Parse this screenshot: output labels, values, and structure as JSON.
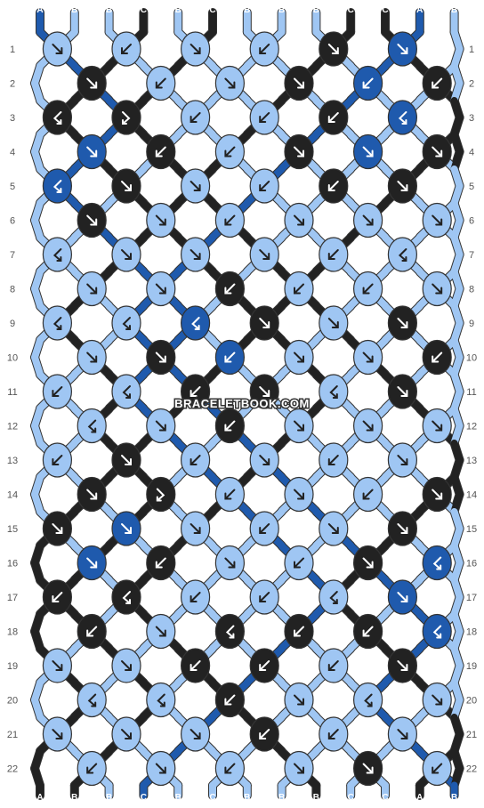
{
  "watermark": "BRACELETBOOK.COM",
  "colors": {
    "A": "#1f5aad",
    "B": "#9fc6f3",
    "C": "#222222"
  },
  "strands_top": [
    "A",
    "B",
    "B",
    "C",
    "B",
    "C",
    "B",
    "B",
    "B",
    "C",
    "C",
    "A",
    "B"
  ],
  "strands_bottom": [
    "A",
    "B",
    "B",
    "C",
    "B",
    "C",
    "B",
    "B",
    "B",
    "C",
    "C",
    "A",
    "B"
  ],
  "row_numbers": [
    "1",
    "2",
    "3",
    "4",
    "5",
    "6",
    "7",
    "8",
    "9",
    "10",
    "11",
    "12",
    "13",
    "14",
    "15",
    "16",
    "17",
    "18",
    "19",
    "20",
    "21",
    "22"
  ],
  "knots": [
    [
      [
        "B",
        "f"
      ],
      [
        "B",
        "b"
      ],
      [
        "B",
        "f"
      ],
      [
        "B",
        "b"
      ],
      [
        "C",
        "f"
      ],
      [
        "A",
        "f"
      ]
    ],
    [
      [
        "C",
        "f"
      ],
      [
        "B",
        "b"
      ],
      [
        "B",
        "f"
      ],
      [
        "C",
        "f"
      ],
      [
        "A",
        "b"
      ],
      [
        "C",
        "b"
      ]
    ],
    [
      [
        "C",
        "bf"
      ],
      [
        "C",
        "fb"
      ],
      [
        "B",
        "b"
      ],
      [
        "B",
        "b"
      ],
      [
        "C",
        "b"
      ],
      [
        "A",
        "bf"
      ]
    ],
    [
      [
        "A",
        "f"
      ],
      [
        "C",
        "b"
      ],
      [
        "B",
        "b"
      ],
      [
        "C",
        "f"
      ],
      [
        "A",
        "f"
      ],
      [
        "C",
        "f"
      ]
    ],
    [
      [
        "A",
        "bf"
      ],
      [
        "C",
        "f"
      ],
      [
        "B",
        "f"
      ],
      [
        "B",
        "b"
      ],
      [
        "C",
        "b"
      ],
      [
        "C",
        "f"
      ]
    ],
    [
      [
        "C",
        "f"
      ],
      [
        "B",
        "f"
      ],
      [
        "B",
        "b"
      ],
      [
        "B",
        "f"
      ],
      [
        "B",
        "f"
      ],
      [
        "B",
        "f"
      ]
    ],
    [
      [
        "B",
        "bf"
      ],
      [
        "B",
        "f"
      ],
      [
        "B",
        "f"
      ],
      [
        "B",
        "f"
      ],
      [
        "B",
        "b"
      ],
      [
        "B",
        "bf"
      ]
    ],
    [
      [
        "B",
        "f"
      ],
      [
        "B",
        "f"
      ],
      [
        "C",
        "b"
      ],
      [
        "B",
        "b"
      ],
      [
        "B",
        "b"
      ],
      [
        "B",
        "f"
      ]
    ],
    [
      [
        "B",
        "bf"
      ],
      [
        "B",
        "bf"
      ],
      [
        "A",
        "bf"
      ],
      [
        "C",
        "f"
      ],
      [
        "B",
        "f"
      ],
      [
        "C",
        "f"
      ]
    ],
    [
      [
        "B",
        "f"
      ],
      [
        "C",
        "f"
      ],
      [
        "A",
        "b"
      ],
      [
        "B",
        "f"
      ],
      [
        "B",
        "f"
      ],
      [
        "C",
        "b"
      ]
    ],
    [
      [
        "B",
        "b"
      ],
      [
        "B",
        "bf"
      ],
      [
        "C",
        "b"
      ],
      [
        "C",
        "f"
      ],
      [
        "B",
        "bf"
      ],
      [
        "C",
        "f"
      ]
    ],
    [
      [
        "B",
        "bf"
      ],
      [
        "B",
        "f"
      ],
      [
        "C",
        "b"
      ],
      [
        "B",
        "f"
      ],
      [
        "B",
        "f"
      ],
      [
        "B",
        "f"
      ]
    ],
    [
      [
        "B",
        "b"
      ],
      [
        "C",
        "f"
      ],
      [
        "B",
        "b"
      ],
      [
        "B",
        "f"
      ],
      [
        "B",
        "b"
      ],
      [
        "B",
        "f"
      ]
    ],
    [
      [
        "C",
        "f"
      ],
      [
        "C",
        "fb"
      ],
      [
        "B",
        "b"
      ],
      [
        "B",
        "f"
      ],
      [
        "B",
        "b"
      ],
      [
        "C",
        "f"
      ]
    ],
    [
      [
        "C",
        "f"
      ],
      [
        "A",
        "f"
      ],
      [
        "B",
        "f"
      ],
      [
        "B",
        "b"
      ],
      [
        "B",
        "f"
      ],
      [
        "C",
        "f"
      ]
    ],
    [
      [
        "A",
        "f"
      ],
      [
        "C",
        "b"
      ],
      [
        "B",
        "f"
      ],
      [
        "B",
        "b"
      ],
      [
        "C",
        "f"
      ],
      [
        "A",
        "bf"
      ]
    ],
    [
      [
        "C",
        "b"
      ],
      [
        "C",
        "bf"
      ],
      [
        "B",
        "b"
      ],
      [
        "B",
        "b"
      ],
      [
        "B",
        "bf"
      ],
      [
        "A",
        "f"
      ]
    ],
    [
      [
        "C",
        "b"
      ],
      [
        "B",
        "f"
      ],
      [
        "C",
        "bf"
      ],
      [
        "C",
        "b"
      ],
      [
        "C",
        "b"
      ],
      [
        "A",
        "bf"
      ]
    ],
    [
      [
        "B",
        "f"
      ],
      [
        "B",
        "f"
      ],
      [
        "C",
        "b"
      ],
      [
        "C",
        "b"
      ],
      [
        "B",
        "b"
      ],
      [
        "C",
        "f"
      ]
    ],
    [
      [
        "B",
        "bf"
      ],
      [
        "B",
        "bf"
      ],
      [
        "C",
        "b"
      ],
      [
        "B",
        "f"
      ],
      [
        "B",
        "bf"
      ],
      [
        "B",
        "f"
      ]
    ],
    [
      [
        "B",
        "f"
      ],
      [
        "B",
        "f"
      ],
      [
        "B",
        "f"
      ],
      [
        "C",
        "b"
      ],
      [
        "B",
        "b"
      ],
      [
        "B",
        "f"
      ]
    ],
    [
      [
        "B",
        "b"
      ],
      [
        "B",
        "f"
      ],
      [
        "B",
        "b"
      ],
      [
        "B",
        "f"
      ],
      [
        "C",
        "f"
      ],
      [
        "B",
        "b"
      ]
    ]
  ]
}
